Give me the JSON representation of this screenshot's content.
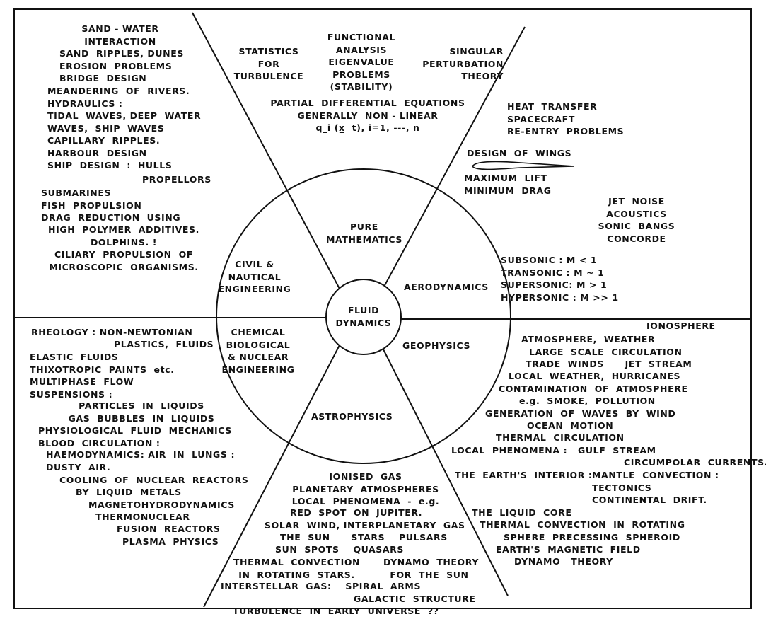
{
  "center": {
    "label": [
      "FLUID",
      "DYNAMICS"
    ]
  },
  "sectors": {
    "pure_mathematics": [
      "PURE",
      "MATHEMATICS"
    ],
    "aerodynamics": [
      "AERODYNAMICS"
    ],
    "geophysics": [
      "GEOPHYSICS"
    ],
    "astrophysics": [
      "ASTROPHYSICS"
    ],
    "chemical": [
      "CHEMICAL",
      "BIOLOGICAL",
      "& NUCLEAR",
      "ENGINEERING"
    ],
    "civil": [
      "CIVIL &",
      "NAUTICAL",
      "ENGINEERING"
    ]
  },
  "math_topics": {
    "statistics": [
      "STATISTICS",
      "FOR",
      "TURBULENCE"
    ],
    "functional": [
      "FUNCTIONAL",
      "ANALYSIS",
      "EIGENVALUE",
      "PROBLEMS",
      "(STABILITY)"
    ],
    "singular": [
      "SINGULAR",
      "PERTURBATION",
      "THEORY"
    ],
    "pde": [
      "PARTIAL  DIFFERENTIAL  EQUATIONS",
      "GENERALLY  NON - LINEAR",
      "q_i (x̲  t), i=1, ---, n"
    ]
  },
  "aero_topics": {
    "heat": [
      "HEAT  TRANSFER",
      "SPACECRAFT",
      "RE-ENTRY  PROBLEMS"
    ],
    "wings_title": [
      "DESIGN  OF  WINGS"
    ],
    "wings": [
      "MAXIMUM  LIFT",
      "MINIMUM  DRAG"
    ],
    "noise": [
      "JET  NOISE",
      "ACOUSTICS",
      "SONIC  BANGS",
      "CONCORDE"
    ],
    "regimes": [
      "SUBSONIC : M < 1",
      "TRANSONIC : M ~ 1",
      "SUPERSONIC: M > 1",
      "HYPERSONIC : M >> 1"
    ]
  },
  "civil_topics": {
    "sand": [
      "SAND - WATER",
      "INTERACTION"
    ],
    "list": [
      "SAND  RIPPLES, DUNES",
      "EROSION  PROBLEMS",
      "BRIDGE  DESIGN"
    ],
    "rivers": [
      "MEANDERING  OF  RIVERS.",
      "HYDRAULICS :",
      "TIDAL  WAVES, DEEP  WATER",
      "WAVES,  SHIP  WAVES",
      "CAPILLARY  RIPPLES.",
      "HARBOUR  DESIGN",
      "SHIP  DESIGN  :  HULLS"
    ],
    "propellors": [
      "PROPELLORS"
    ],
    "subs": [
      "SUBMARINES",
      "FISH  PROPULSION",
      "DRAG  REDUCTION  USING"
    ],
    "polymer": [
      "HIGH  POLYMER  ADDITIVES.",
      "DOLPHINS. !",
      "CILIARY  PROPULSION  OF",
      "MICROSCOPIC  ORGANISMS."
    ]
  },
  "chem_topics": {
    "rheology": [
      "RHEOLOGY : NON-NEWTONIAN"
    ],
    "plastics": [
      "PLASTICS,  FLUIDS"
    ],
    "elastic": [
      "ELASTIC  FLUIDS",
      "THIXOTROPIC  PAINTS  etc.",
      "MULTIPHASE  FLOW",
      "SUSPENSIONS :"
    ],
    "particles": [
      "PARTICLES  IN  LIQUIDS",
      "GAS  BUBBLES  IN  LIQUIDS"
    ],
    "physio": [
      "PHYSIOLOGICAL  FLUID  MECHANICS",
      "BLOOD  CIRCULATION :"
    ],
    "haemo": [
      "HAEMODYNAMICS: AIR  IN  LUNGS :",
      "DUSTY  AIR."
    ],
    "cooling": [
      "COOLING  OF  NUCLEAR  REACTORS"
    ],
    "liquid_metals": [
      "BY  LIQUID  METALS"
    ],
    "mhd": [
      "MAGNETOHYDRODYNAMICS"
    ],
    "thermo": [
      "THERMONUCLEAR"
    ],
    "fusion": [
      "FUSION  REACTORS"
    ],
    "plasma": [
      "PLASMA  PHYSICS"
    ]
  },
  "astro_topics": {
    "ionised": [
      "IONISED  GAS",
      "PLANETARY  ATMOSPHERES",
      "LOCAL  PHENOMENA  -  e.g."
    ],
    "redspot": [
      "RED  SPOT  ON  JUPITER."
    ],
    "solar": [
      "SOLAR  WIND, INTERPLANETARY  GAS"
    ],
    "sun": [
      "THE  SUN      STARS    PULSARS"
    ],
    "spots": [
      "SUN  SPOTS    QUASARS"
    ],
    "convection": [
      "THERMAL  CONVECTION",
      "IN  ROTATING  STARS."
    ],
    "dynamo": [
      "DYNAMO  THEORY",
      "FOR  THE  SUN"
    ],
    "interstellar": [
      "INTERSTELLAR  GAS:    SPIRAL  ARMS"
    ],
    "galactic": [
      "GALACTIC  STRUCTURE"
    ],
    "turbulence": [
      "TURBULENCE  IN  EARLY  UNIVERSE  ??"
    ]
  },
  "geo_topics": {
    "ionosphere": [
      "IONOSPHERE"
    ],
    "atmosphere": [
      "ATMOSPHERE,  WEATHER"
    ],
    "large_scale": [
      "LARGE  SCALE  CIRCULATION"
    ],
    "trade": [
      "TRADE  WINDS      JET  STREAM"
    ],
    "local_weather": [
      "LOCAL  WEATHER,  HURRICANES"
    ],
    "contamination": [
      "CONTAMINATION  OF  ATMOSPHERE"
    ],
    "smoke": [
      "e.g.  SMOKE,  POLLUTION"
    ],
    "waves": [
      "GENERATION  OF  WAVES  BY  WIND"
    ],
    "ocean": [
      "OCEAN  MOTION"
    ],
    "thermal": [
      "THERMAL  CIRCULATION"
    ],
    "local_phen": [
      "LOCAL  PHENOMENA :   GULF  STREAM"
    ],
    "circumpolar": [
      "CIRCUMPOLAR  CURRENTS."
    ],
    "interior": [
      "THE  EARTH'S  INTERIOR :"
    ],
    "mantle": [
      "MANTLE  CONVECTION :",
      "TECTONICS",
      "CONTINENTAL  DRIFT."
    ],
    "core": [
      "THE  LIQUID  CORE"
    ],
    "rotating": [
      "THERMAL  CONVECTION  IN  ROTATING"
    ],
    "sphere": [
      "SPHERE  PRECESSING  SPHEROID"
    ],
    "magnetic": [
      "EARTH'S  MAGNETIC  FIELD"
    ],
    "dynamo_theory": [
      "DYNAMO   THEORY"
    ]
  }
}
